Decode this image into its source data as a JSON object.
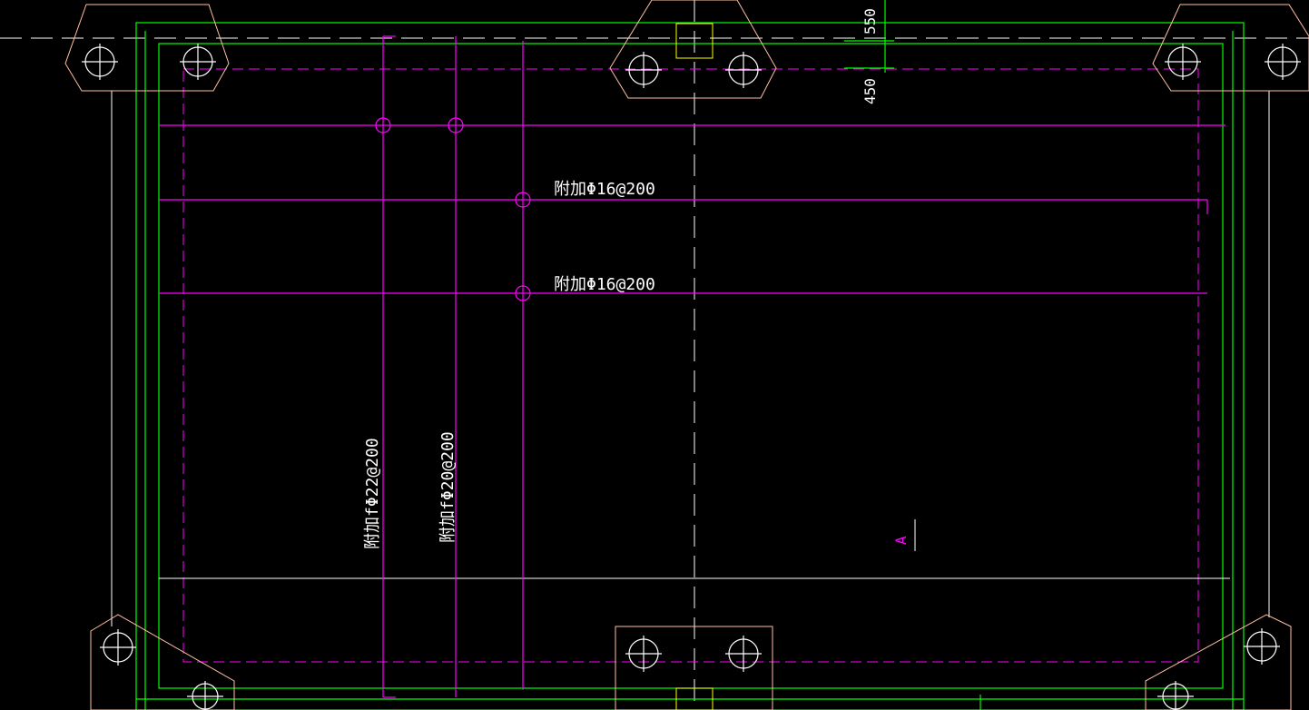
{
  "colors": {
    "background": "#000000",
    "outline": "#ffffff",
    "pile_cap": "#ffbfa0",
    "boundary": "#00ff00",
    "rebar": "#ff00ff",
    "cap_block": "#ffff00",
    "label": "#ffffff",
    "section_mark": "#ff00ff"
  },
  "labels": {
    "rebar_h1": "附加Φ16@200",
    "rebar_h2": "附加Φ16@200",
    "rebar_v1": "附加fΦ22@200",
    "rebar_v2": "附加fΦ20@200",
    "dim_top": "550",
    "dim_bottom": "450",
    "section_mark": "A"
  }
}
